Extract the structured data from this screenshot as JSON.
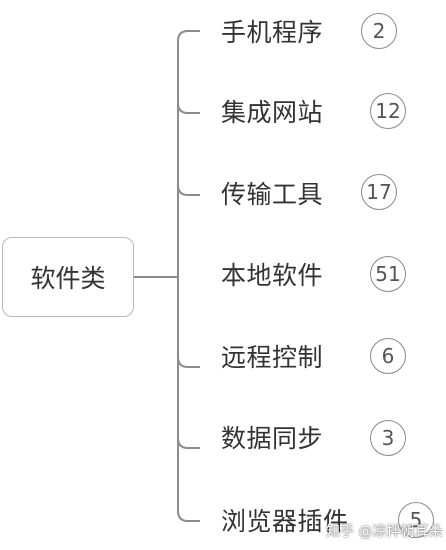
{
  "root": {
    "label": "软件类"
  },
  "branches": [
    {
      "label": "手机程序",
      "count": "2"
    },
    {
      "label": "集成网站",
      "count": "12"
    },
    {
      "label": "传输工具",
      "count": "17"
    },
    {
      "label": "本地软件",
      "count": "51"
    },
    {
      "label": "远程控制",
      "count": "6"
    },
    {
      "label": "数据同步",
      "count": "3"
    },
    {
      "label": "浏览器插件",
      "count": "5"
    }
  ],
  "watermark": "知乎 @凉拌朝耳朵",
  "colors": {
    "line": "#8c8c8c",
    "root_border": "#b8b8b8",
    "text": "#333333",
    "badge_border": "#8a8a8a"
  }
}
